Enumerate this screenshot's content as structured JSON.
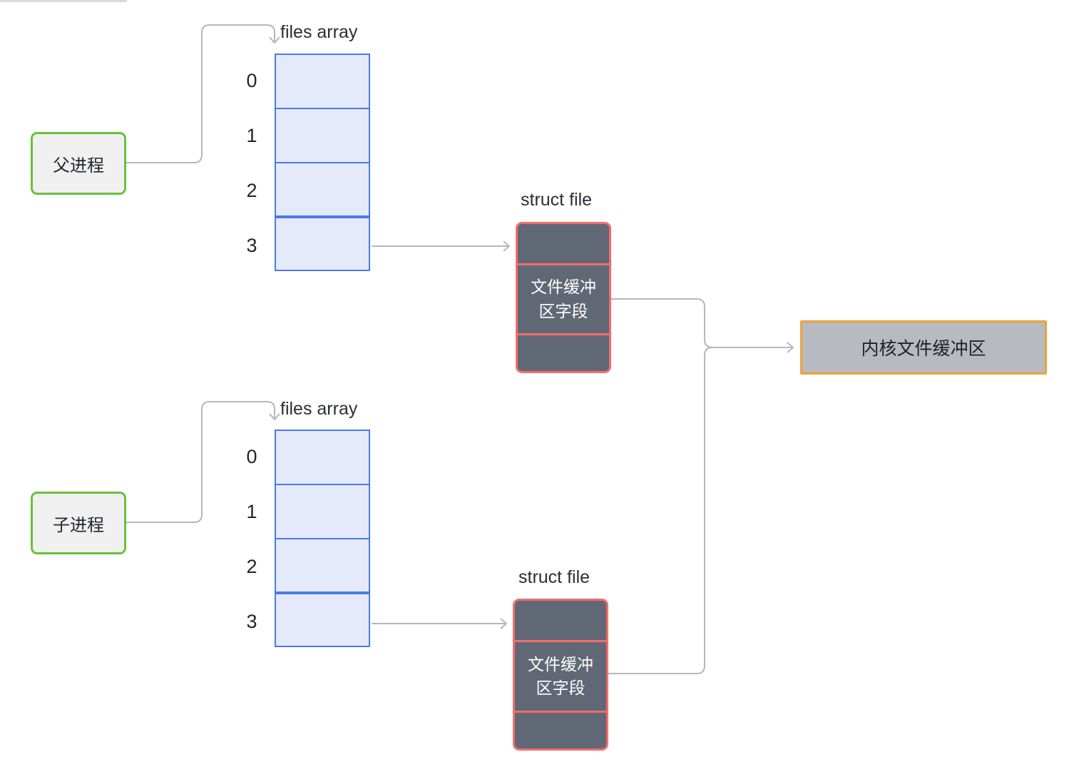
{
  "colors": {
    "process-border": "#67c23a",
    "process-fill": "#f0f0f1",
    "array-border": "#4b79e8",
    "array-fill": "#e4eafc",
    "struct-border": "#f56c6c",
    "struct-fill": "#616875",
    "kernel-border": "#eda338",
    "kernel-fill": "#b7bac0",
    "connector": "#b4b7bc",
    "text-dark": "#2c2e36",
    "text-light": "#ffffff"
  },
  "parent_section": {
    "process_label": "父进程",
    "array_label": "files array",
    "indices": [
      "0",
      "1",
      "2",
      "3"
    ],
    "struct_label": "struct file",
    "field_line1": "文件缓冲",
    "field_line2": "区字段"
  },
  "child_section": {
    "process_label": "子进程",
    "array_label": "files array",
    "indices": [
      "0",
      "1",
      "2",
      "3"
    ],
    "struct_label": "struct file",
    "field_line1": "文件缓冲",
    "field_line2": "区字段"
  },
  "kernel_buffer": {
    "label": "内核文件缓冲区"
  }
}
